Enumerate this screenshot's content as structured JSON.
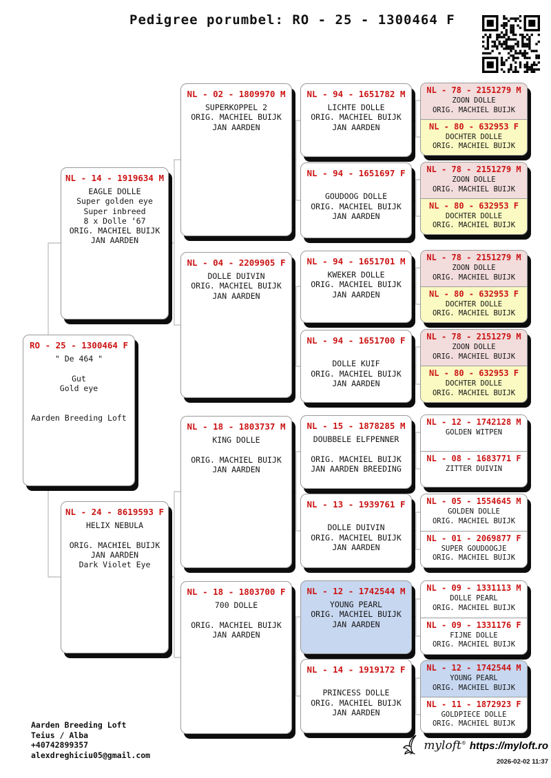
{
  "title": "Pedigree porumbel: RO - 25 - 1300464 F",
  "palette": {
    "ring_red": "#cc1414",
    "male_pink": "#f2dcdc",
    "female_yellow": "#fafac2",
    "special_blue": "#c7d7f0"
  },
  "pedigree": {
    "subject": {
      "ring": "RO - 25 - 1300464 F",
      "body": "\" De 464 \"\n\nGut\nGold eye\n\n\nAarden Breeding Loft"
    },
    "parents": [
      {
        "ring": "NL - 14 - 1919634 M",
        "body": "EAGLE DOLLE\nSuper golden eye\nSuper inbreed\n8 x Dolle ‘67\nORIG. MACHIEL BUIJK\nJAN AARDEN"
      },
      {
        "ring": "NL - 24 - 8619593 F",
        "body": "HELIX NEBULA\n\nORIG. MACHIEL BUIJK\nJAN AARDEN\nDark Violet Eye"
      }
    ],
    "grandparents": [
      {
        "ring": "NL - 02 - 1809970 M",
        "body": "SUPERKOPPEL 2\nORIG. MACHIEL BUIJK\nJAN AARDEN"
      },
      {
        "ring": "NL - 04 - 2209905 F",
        "body": "DOLLE DUIVIN\nORIG. MACHIEL BUIJK\nJAN AARDEN"
      },
      {
        "ring": "NL - 18 - 1803737 M",
        "body": "KING DOLLE\n\nORIG. MACHIEL BUIJK\nJAN AARDEN"
      },
      {
        "ring": "NL - 18 - 1803700 F",
        "body": "700 DOLLE\n\nORIG. MACHIEL BUIJK\nJAN AARDEN"
      }
    ],
    "great_grandparents": [
      {
        "ring": "NL - 94 - 1651782 M",
        "body": "LICHTE DOLLE\nORIG. MACHIEL BUIJK\nJAN AARDEN",
        "bg": "white"
      },
      {
        "ring": "NL - 94 - 1651697 F",
        "body": "\nGOUDOOG DOLLE\nORIG. MACHIEL BUIJK\nJAN AARDEN",
        "bg": "white"
      },
      {
        "ring": "NL - 94 - 1651701 M",
        "body": "KWEKER DOLLE\nORIG. MACHIEL BUIJK\nJAN AARDEN",
        "bg": "white"
      },
      {
        "ring": "NL - 94 - 1651700 F",
        "body": "\nDOLLE KUIF\nORIG. MACHIEL BUIJK\nJAN AARDEN",
        "bg": "white"
      },
      {
        "ring": "NL - 15 - 1878285 M",
        "body": "DOUBBELE ELFPENNER\n\nORIG. MACHIEL BUIJK\nJAN AARDEN BREEDING",
        "bg": "white"
      },
      {
        "ring": "NL - 13 - 1939761 F",
        "body": "\nDOLLE DUIVIN\nORIG. MACHIEL BUIJK\nJAN AARDEN",
        "bg": "white"
      },
      {
        "ring": "NL - 12 - 1742544 M",
        "body": "YOUNG PEARL\nORIG. MACHIEL BUIJK\nJAN AARDEN",
        "bg": "blue"
      },
      {
        "ring": "NL - 14 - 1919172 F",
        "body": "\nPRINCESS DOLLE\nORIG. MACHIEL BUIJK\nJAN AARDEN",
        "bg": "white"
      }
    ],
    "ggg": [
      {
        "m": {
          "ring": "NL - 78 - 2151279 M",
          "body": "ZOON DOLLE\nORIG. MACHIEL BUIJK",
          "bg": "pink"
        },
        "f": {
          "ring": "NL - 80 - 632953 F",
          "body": "DOCHTER DOLLE\nORIG. MACHIEL BUIJK",
          "bg": "yellow"
        }
      },
      {
        "m": {
          "ring": "NL - 78 - 2151279 M",
          "body": "ZOON DOLLE\nORIG. MACHIEL BUIJK",
          "bg": "pink"
        },
        "f": {
          "ring": "NL - 80 - 632953 F",
          "body": "DOCHTER DOLLE\nORIG. MACHIEL BUIJK",
          "bg": "yellow"
        }
      },
      {
        "m": {
          "ring": "NL - 78 - 2151279 M",
          "body": "ZOON DOLLE\nORIG. MACHIEL BUIJK",
          "bg": "pink"
        },
        "f": {
          "ring": "NL - 80 - 632953 F",
          "body": "DOCHTER DOLLE\nORIG. MACHIEL BUIJK",
          "bg": "yellow"
        }
      },
      {
        "m": {
          "ring": "NL - 78 - 2151279 M",
          "body": "ZOON DOLLE\nORIG. MACHIEL BUIJK",
          "bg": "pink"
        },
        "f": {
          "ring": "NL - 80 - 632953 F",
          "body": "DOCHTER DOLLE\nORIG. MACHIEL BUIJK",
          "bg": "yellow"
        }
      },
      {
        "m": {
          "ring": "NL - 12 - 1742128 M",
          "body": "GOLDEN WITPEN",
          "bg": "white"
        },
        "f": {
          "ring": "NL - 08 - 1683771 F",
          "body": "ZITTER DUIVIN",
          "bg": "white"
        }
      },
      {
        "m": {
          "ring": "NL - 05 - 1554645 M",
          "body": "GOLDEN DOLLE\nORIG. MACHIEL BUIJK",
          "bg": "white"
        },
        "f": {
          "ring": "NL - 01 - 2069877 F",
          "body": "SUPER GOUDOOGJE\nORIG. MACHIEL BUIJK",
          "bg": "white"
        }
      },
      {
        "m": {
          "ring": "NL - 09 - 1331113 M",
          "body": "DOLLE PEARL\nORIG. MACHIEL BUIJK",
          "bg": "white"
        },
        "f": {
          "ring": "NL - 09 - 1331176 F",
          "body": "FIJNE DOLLE\nORIG. MACHIEL BUIJK",
          "bg": "white"
        }
      },
      {
        "m": {
          "ring": "NL - 12 - 1742544 M",
          "body": "YOUNG PEARL\nORIG. MACHIEL BUIJK",
          "bg": "blue"
        },
        "f": {
          "ring": "NL - 11 - 1872923 F",
          "body": "GOLDPIECE DOLLE\nORIG. MACHIEL BUIJK",
          "bg": "white"
        }
      }
    ]
  },
  "footer": {
    "loft_name": "Aarden Breeding Loft",
    "location": "Teius / Alba",
    "phone": "+40742899357",
    "email": "alexdreghiciu05@gmail.com",
    "logo_text": "myloft",
    "logo_mark": "®",
    "url": "https://myloft.ro",
    "timestamp": "2026-02-02 11:37"
  }
}
